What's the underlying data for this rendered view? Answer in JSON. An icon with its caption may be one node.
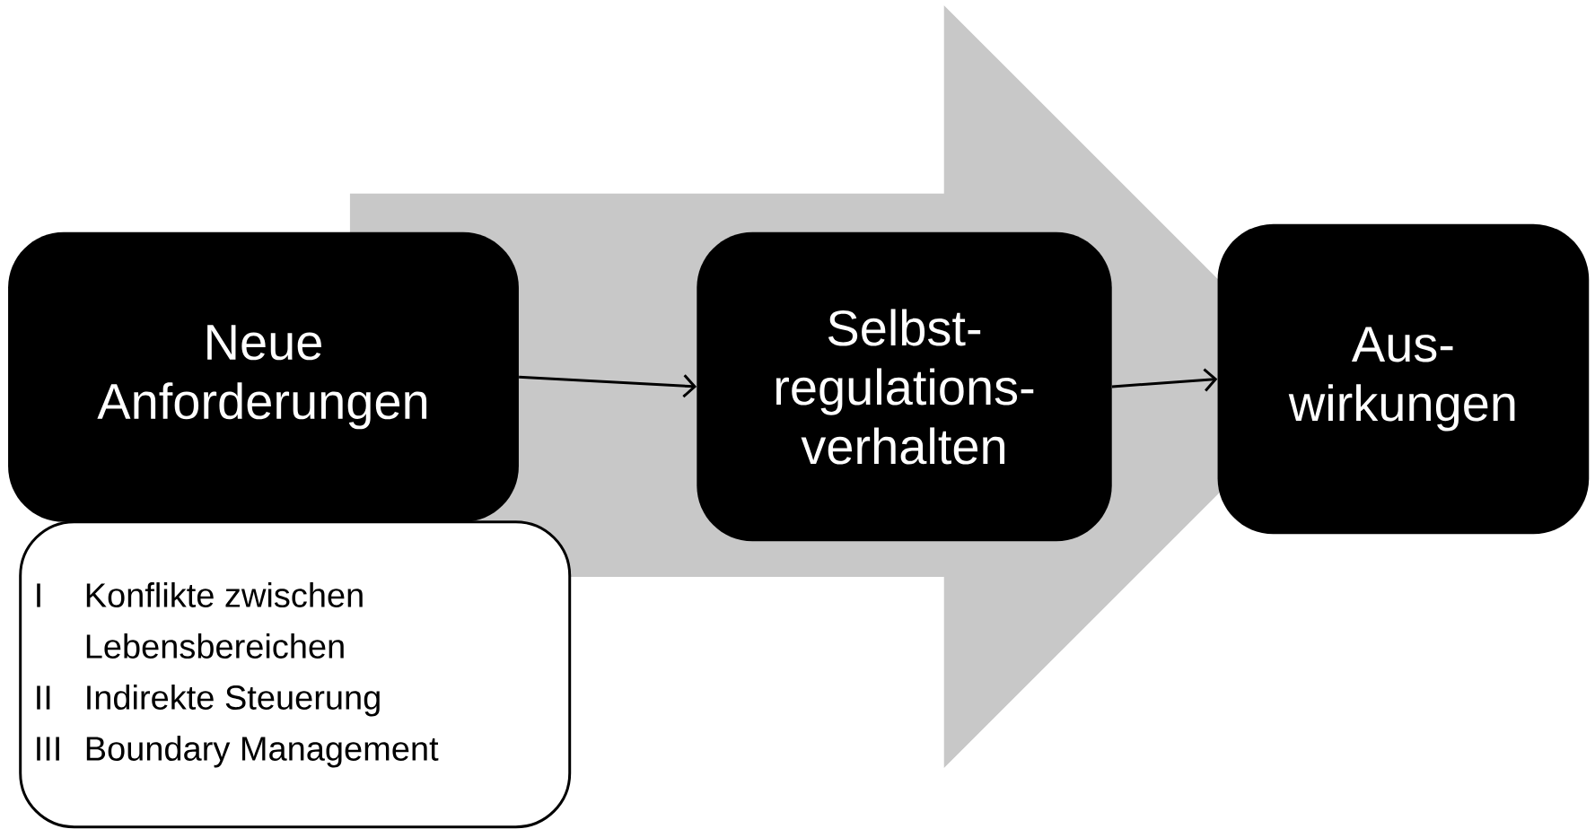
{
  "diagram": {
    "nodes": [
      {
        "text": [
          "Neue Anforderungen"
        ]
      },
      {
        "text": [
          "I",
          "Konflikte zwischen Lebensbereichen",
          "II",
          "Indirekte Steuerung",
          "III",
          "Boundary Management"
        ]
      },
      {
        "text": [
          "Selbst- regulations- verhalten"
        ]
      },
      {
        "text": [
          "Aus- wirkungen"
        ]
      }
    ],
    "edges": [
      {
        "from": 0,
        "to": 2,
        "arrow": "to"
      },
      {
        "from": 2,
        "to": 3,
        "arrow": "to"
      },
      {
        "from": 0,
        "to": 3,
        "arrow": "to",
        "style": "thick",
        "color": "#c8c8c8"
      }
    ]
  }
}
